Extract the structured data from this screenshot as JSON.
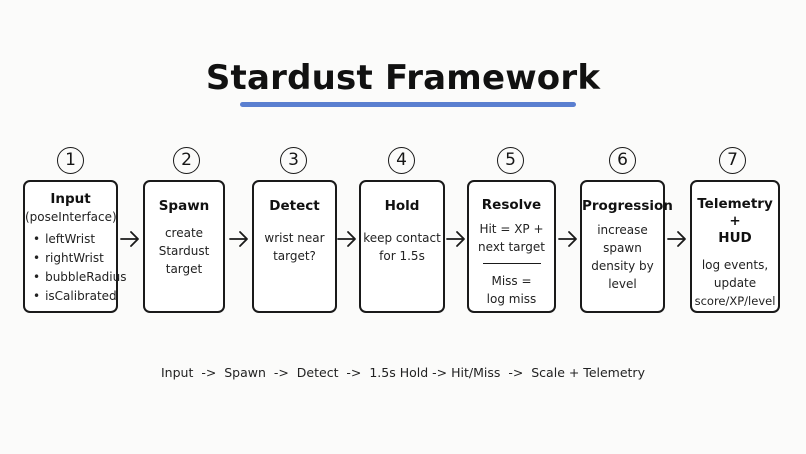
{
  "title": "Stardust Framework",
  "steps": [
    {
      "number": "1",
      "title": "Input",
      "subtitle": "(poseInterface)",
      "bullets": [
        "leftWrist",
        "rightWrist",
        "bubbleRadius",
        "isCalibrated"
      ]
    },
    {
      "number": "2",
      "title": "Spawn",
      "lines": [
        "create",
        "Stardust",
        "target"
      ]
    },
    {
      "number": "3",
      "title": "Detect",
      "lines": [
        "wrist near",
        "target?"
      ]
    },
    {
      "number": "4",
      "title": "Hold",
      "lines": [
        "keep contact",
        "for 1.5s"
      ]
    },
    {
      "number": "5",
      "title": "Resolve",
      "hit_lines": [
        "Hit = XP +",
        "next target"
      ],
      "miss_lines": [
        "Miss =",
        "log miss"
      ]
    },
    {
      "number": "6",
      "title": "Progression",
      "lines": [
        "increase",
        "spawn",
        "density by",
        "level"
      ]
    },
    {
      "number": "7",
      "title_lines": [
        "Telemetry +",
        "HUD"
      ],
      "lines": [
        "log events,",
        "update",
        "score/XP/level"
      ]
    }
  ],
  "flow_text": "Input  ->  Spawn  ->  Detect  ->  1.5s Hold -> Hit/Miss  ->  Scale + Telemetry"
}
